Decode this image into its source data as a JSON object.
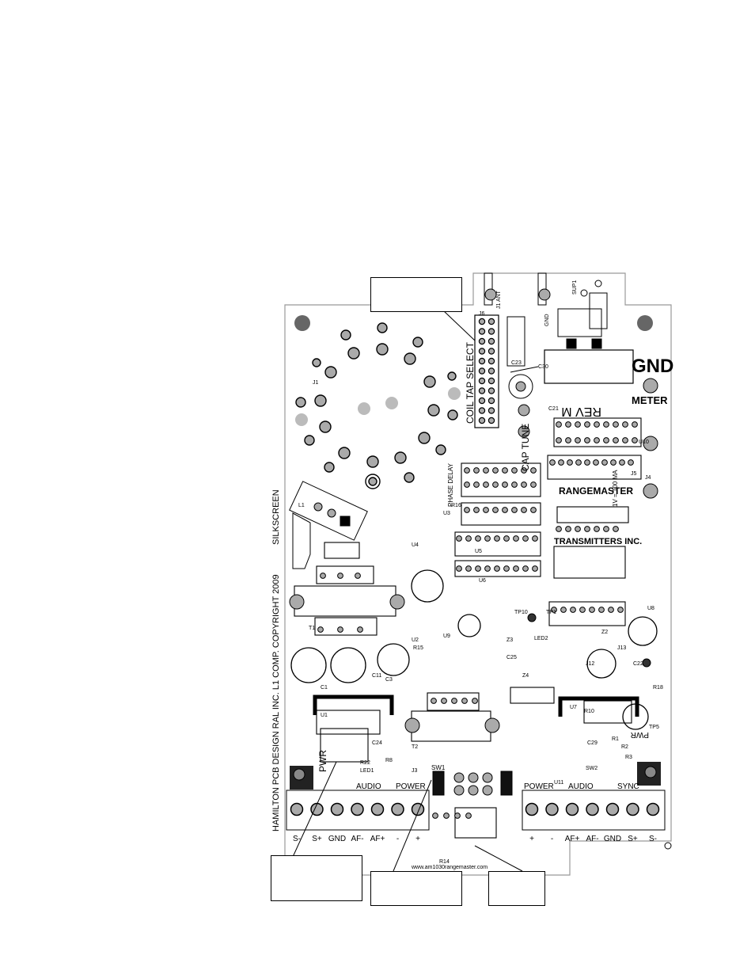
{
  "board": {
    "silkscreen": "SILKSCREEN",
    "copyright": "HAMILTON PCB DESIGN RAL INC. L1 COMP. COPYRIGHT 2009",
    "rev": "REV M",
    "brand1": "RANGEMASTER",
    "brand2": "TRANSMITTERS INC.",
    "url": "www.am1030rangemaster.com",
    "gnd_big": "GND",
    "meter": "METER",
    "meter_note": "1V = 100 MA",
    "coil_tap": "COIL TAP SELECT",
    "cap_tune": "CAP TUNE",
    "phase_delay": "PHASE DELAY",
    "pwr": "PWR",
    "pwr2": "PWR",
    "power_left": "POWER",
    "power_right": "POWER",
    "audio_left": "AUDIO",
    "audio_right": "AUDIO",
    "sync": "SYNC",
    "j1_ant": "J1 ANT",
    "gnd_small": "GND",
    "sup1": "SUP1",
    "sw1": "SW1",
    "silk_labels": [
      "J6",
      "C23",
      "C30",
      "C21",
      "J1",
      "L1",
      "T1",
      "T2",
      "C1",
      "C11",
      "C3",
      "U1",
      "U2",
      "U3",
      "U4",
      "U5",
      "U6",
      "U7",
      "U8",
      "U9",
      "U10",
      "U11",
      "J3",
      "J4",
      "J5",
      "J12",
      "J13",
      "C22",
      "C24",
      "C25",
      "C29",
      "R1",
      "R2",
      "R3",
      "R8",
      "R10",
      "R14",
      "R15",
      "R16",
      "R18",
      "R22",
      "LED1",
      "LED2",
      "SW2",
      "TP1",
      "TP5",
      "TP10",
      "Z2",
      "Z3",
      "Z4"
    ]
  },
  "terminals_left": [
    "S-",
    "S+",
    "GND",
    "AF-",
    "AF+",
    "-",
    "+"
  ],
  "terminals_right": [
    "+",
    "-",
    "AF+",
    "AF-",
    "GND",
    "S+",
    "S-"
  ],
  "callouts": [
    {
      "id": "coil-tap-callout",
      "text": ""
    },
    {
      "id": "gnd-callout",
      "text": ""
    },
    {
      "id": "pwr-led-callout",
      "text": ""
    },
    {
      "id": "power-callout",
      "text": ""
    },
    {
      "id": "led2-callout",
      "text": ""
    }
  ],
  "colors": {
    "ink": "#000000",
    "pad_fill": "#aaaaaa",
    "board": "#ffffff"
  }
}
